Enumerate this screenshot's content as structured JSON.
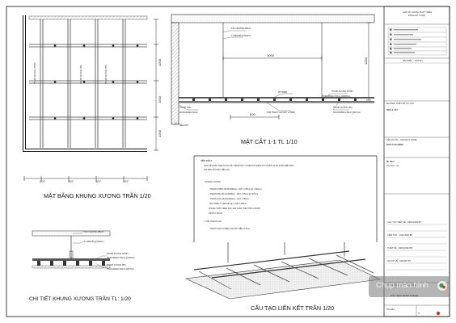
{
  "drawings": {
    "plan": {
      "title": "MẶT BẰNG KHUNG XƯƠNG TRẦN 1/20",
      "lbl_main": "THANH XƯƠNG CHÍNH",
      "lbl_sub": "THANH XƯƠNG PHỤ",
      "dims_bottom": [
        "407",
        "407",
        "407",
        "407"
      ],
      "dims_right": [
        "1200",
        "1200",
        "1200"
      ]
    },
    "section": {
      "title": "MẶT CẮT 1-1 TL 1/10",
      "lbl_ceiling_anchor": "TẮC KÊ ĐỒNG Ø8mm",
      "lbl_hanger_rod": "TY REN Ø6 @1100mm",
      "dim_span": "1000",
      "lbl_clip": "VÍT 35MM",
      "lbl_main": "THANH XƯƠNG CHÍNH",
      "lbl_main_spec": "25x34x3600x0.45mm @1000mm",
      "lbl_angle": "THANH GÓC",
      "lbl_angle_spec": "20x20x4000x0.32mm",
      "lbl_sealant": "SEALANT",
      "dim_600": "600",
      "lbl_board": "TẤM THẠCH CAO DÀY 12.5MM",
      "lbl_sub": "THANH XƯƠNG PHỤ",
      "lbl_sub_spec": "35x14x4000x0.35mm @407mm",
      "dim_vert": "1000"
    },
    "detail": {
      "title": "CHI TIẾT KHUNG XƯƠNG TRẦN TL: 1/20",
      "lbl_anchor": "TẮC KÊ ĐỒNG Ø8mm",
      "lbl_rod": "TY REN Ø6 @1100mm",
      "lbl_main": "THANH XƯƠNG CHÍNH",
      "lbl_main_spec": "26x34x3660x0.45mm @1000mm",
      "lbl_sub": "THANH XƯƠNG PHỤ",
      "lbl_sub_spec": "35x14x4000x0.35mm @407mm"
    },
    "iso": {
      "title": "CẤU TẠO LIÊN KẾT TRẦN 1/20"
    }
  },
  "notes": {
    "heading": "YÊU CẦU:",
    "intro1": "-BẢN VẼ TRẦN THẠCH CAO NÀY SẼ ĐƯỢC ƯU TIÊN ÁP DỤNG KHI CÓ BẤT KÌ SỰ KHÁC  BIỆT NÀO",
    "intro2": "VỚI BẢN VẼ KHÁC NẾU CÓ)",
    "s1_heading": "I. KHUNG XƯƠNG:",
    "s1_lines": [
      "- THANH CHÍNH    26x34x3660mm - DÀY 0.45mm @ 1.000mm",
      "- THANH PHỤ      35x14x4000mm - DÀY 0.35mm @ 407mm",
      "- THANH GÓC      20x20x4000mm - DÀY 0.32mm",
      "- BÁT TREO        TY REN Ø6 @ 1.100x1.100mm",
      "KHUNG TRẦN TREO KIM LOẠI TUÂN THEO TIÊU CHUẨN",
      "ASTM C 635-04"
    ],
    "s2_heading": "I. TẤM THẠCH CAO:",
    "s2_lines": [
      "- THẠCH CAO 12.5MM GOLIATH VIỀN 12.5mm"
    ]
  },
  "titleblock": {
    "company_lines": [
      "NHÀ XÂY DỰNG PHÁT TRIỂN",
      "ĐÔNG ĐÔ TOWN"
    ],
    "rev_header": "BẢN ĐIỀU – MODIFY",
    "consultant": "MASTER THIẾT KẾ TƯ VẤN",
    "consultant_name": "NHÀ & XÂY",
    "project_label": "TÊN DỰ ÁN – PROJECT NAME",
    "project_name": "NHÀ Ở GIA ĐÌNH",
    "client_lines": [
      "Mr Nam",
      "Cty. Nam. Xu"
    ],
    "mini_rows": [
      "CHỦ TRÌ THIẾT KẾ - DESIGNED BY",
      "KIỂM TRA - CHECKED BY",
      "THIẾT KẾ - DESIGNED BY",
      "NGƯỜI VẼ - DRAWN BY"
    ],
    "sheet_caption": "TÊN BẢN VẼ - DRAWING TITLE",
    "sheet_title": "CẤU TẠO TRẦN THẠCH",
    "sheet_no": "SỐ HIỆU",
    "overlay": "Chụp màn hình"
  },
  "colors": {
    "line": "#222222",
    "hatch": "#9a9a9a",
    "red_mark": "#cc3333",
    "overlay_bg": "#7a7a7a"
  }
}
